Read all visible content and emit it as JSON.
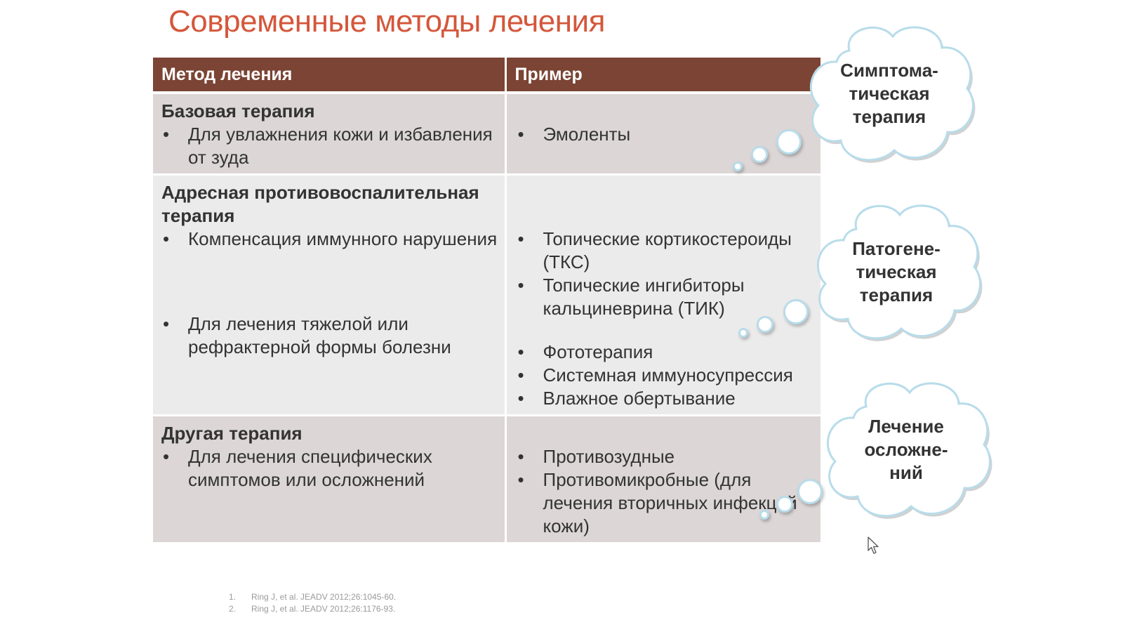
{
  "title": "Современные методы лечения",
  "colors": {
    "title": "#d4573b",
    "header_bg": "#7b4434",
    "row_dark": "#dcd6d6",
    "row_light": "#ecebeb",
    "cloud_stroke": "#b8dcea",
    "text": "#333333"
  },
  "table": {
    "headers": [
      "Метод лечения",
      "Пример"
    ],
    "rows": [
      {
        "method_title": "Базовая терапия",
        "method_items": [
          "Для увлажнения кожи и избавления от зуда"
        ],
        "examples": [
          "Эмоленты"
        ]
      },
      {
        "method_title": "Адресная противовоспалительная терапия",
        "method_items": [
          "Компенсация иммунного нарушения",
          "Для лечения тяжелой или рефрактерной формы болезни"
        ],
        "examples": [
          "Топические кортикостероиды (ТКС)",
          "Топические ингибиторы кальциневрина (ТИК)",
          "Фототерапия",
          "Системная иммуносупрессия",
          "Влажное обертывание"
        ]
      },
      {
        "method_title": "Другая терапия",
        "method_items": [
          "Для лечения специфических симптомов или осложнений"
        ],
        "examples": [
          "Противозудные",
          "Противомикробные (для лечения вторичных инфекций кожи)"
        ]
      }
    ]
  },
  "clouds": [
    {
      "label": "Симптома-\nтическая\nтерапия"
    },
    {
      "label": "Патогене-\nтическая\nтерапия"
    },
    {
      "label": "Лечение\nосложне-\nний"
    }
  ],
  "references": [
    {
      "num": "1.",
      "text": "Ring J, et al. JEADV 2012;26:1045-60."
    },
    {
      "num": "2.",
      "text": "Ring J, et al. JEADV 2012;26:1176-93."
    }
  ],
  "icons": {
    "cursor": "mouse-pointer-icon",
    "bullet": "bullet-dot"
  }
}
